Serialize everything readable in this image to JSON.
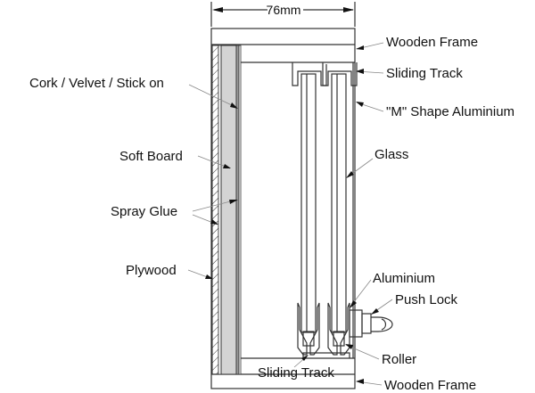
{
  "diagram": {
    "title": "Pin-up board with sliding glass cover - section",
    "dimension": {
      "label": "76mm",
      "value_mm": 76
    },
    "labels": {
      "wooden_frame_top": "Wooden Frame",
      "sliding_track_top": "Sliding Track",
      "m_shape_aluminium": "\"M\" Shape Aluminium",
      "glass": "Glass",
      "cork_velvet": "Cork / Velvet / Stick on",
      "soft_board": "Soft Board",
      "spray_glue": "Spray Glue",
      "plywood": "Plywood",
      "aluminium": "Aluminium",
      "push_lock": "Push Lock",
      "roller": "Roller",
      "sliding_track_bottom": "Sliding Track",
      "wooden_frame_bottom": "Wooden Frame"
    },
    "colors": {
      "line": "#333333",
      "soft_board_fill": "#d4d4d4",
      "cork_fill": "#9a9a9a",
      "background": "#ffffff"
    }
  }
}
